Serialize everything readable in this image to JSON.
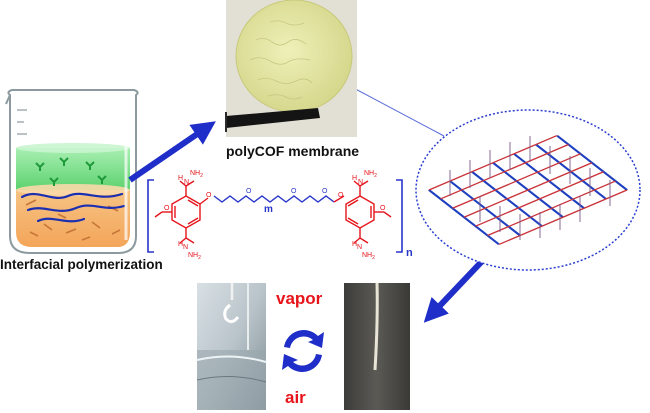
{
  "labels": {
    "membrane": "polyCOF membrane",
    "interfacial": "Interfacial polymerization",
    "vapor": "vapor",
    "air": "air"
  },
  "structure": {
    "subscript_m": "m",
    "subscript_n": "n",
    "atoms": {
      "nh2": "NH",
      "two": "2",
      "n_amide": "N",
      "h": "H",
      "o": "O"
    }
  },
  "colors": {
    "arrow_blue": "#1f2ec8",
    "structure_red": "#e5141b",
    "structure_blue": "#2835c9",
    "label_red": "#e8141b",
    "liquid_orange": "#f6b469",
    "liquid_green": "#6cdd7c"
  }
}
